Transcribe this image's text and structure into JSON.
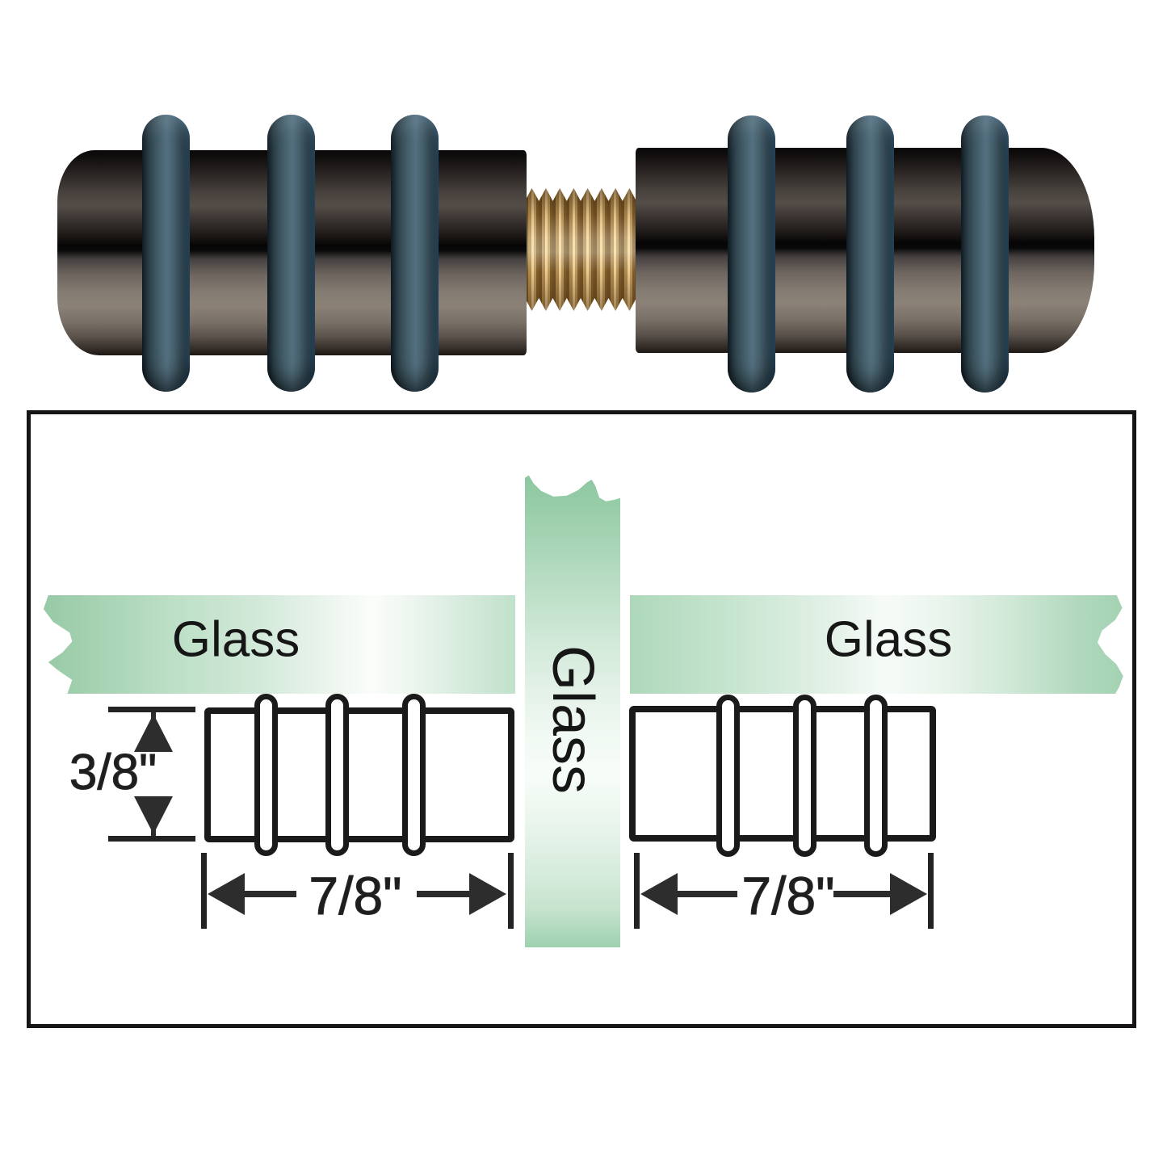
{
  "photo": {
    "colors": {
      "knob_body_dark": "#141110",
      "knob_body_highlight": "#8b8177",
      "o_ring_slate": "#48616c",
      "o_ring_blue_sheen": "#3c78aa",
      "brass_thread_light": "#eed7a6",
      "brass_thread_dark": "#6b4d24"
    }
  },
  "diagram": {
    "glass_left": "Glass",
    "glass_center": "Glass",
    "glass_right": "Glass",
    "dim_height": "3/8\"",
    "dim_width_left": "7/8\"",
    "dim_width_right": "7/8\"",
    "colors": {
      "glass_green": "#9bcca9",
      "glass_highlight": "#f7fbf8",
      "outline_black": "#1b1a1a",
      "dimension_gray": "#2e2d2d",
      "box_border": "#161414"
    }
  }
}
